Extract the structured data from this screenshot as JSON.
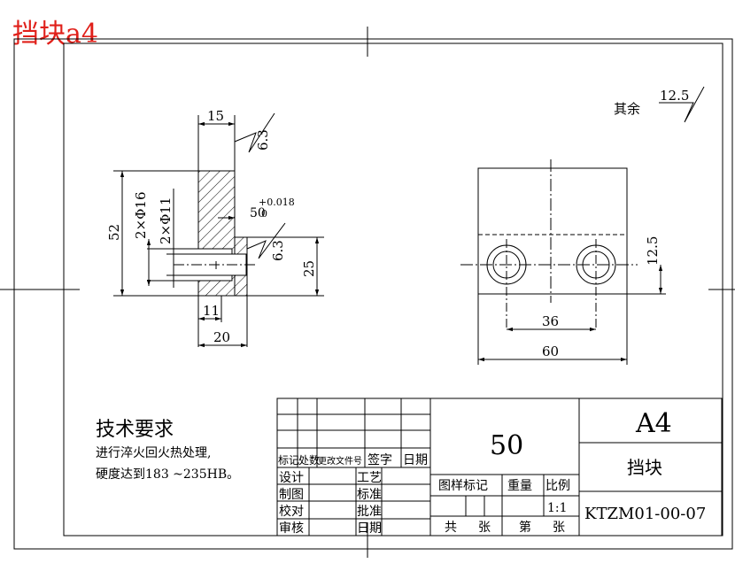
{
  "page_title": "挡块a4",
  "rough_note": {
    "label": "其余",
    "value": "12.5"
  },
  "side_view": {
    "dim_top_width": "15",
    "finish_top": "6.3",
    "dim_height": "52",
    "hole_large": "2×Φ16",
    "hole_small": "2×Φ11",
    "dim_step": "50",
    "dim_step_tol": "+0.018",
    "dim_step_tol_low": "0",
    "finish_mid": "6.3",
    "dim_lower": "25",
    "dim_hole_depth": "11",
    "dim_bottom_width": "20"
  },
  "front_view": {
    "dim_hole_height": "12.5",
    "dim_hole_spacing": "36",
    "dim_width": "60"
  },
  "tech_req": {
    "title": "技术要求",
    "line1": "进行淬火回火热处理,",
    "line2": "硬度达到183 ~235HB。"
  },
  "title_block": {
    "hdr_mark": "标记",
    "hdr_count": "处数",
    "hdr_doc": "更改文件号",
    "hdr_sign": "签字",
    "hdr_date": "日期",
    "design": "设计",
    "draft": "制图",
    "check": "校对",
    "review": "审核",
    "process": "工艺",
    "standard": "标准",
    "approve": "批准",
    "date": "日期",
    "material": "50",
    "col_mark": "图样标记",
    "col_weight": "重量",
    "col_scale": "比例",
    "scale": "1:1",
    "sheets": "共",
    "sheets_unit": "张",
    "sheet_no": "第",
    "sheet_no_unit": "张",
    "size": "A4",
    "part_name": "挡块",
    "drawing_no": "KTZM01-00-07"
  }
}
